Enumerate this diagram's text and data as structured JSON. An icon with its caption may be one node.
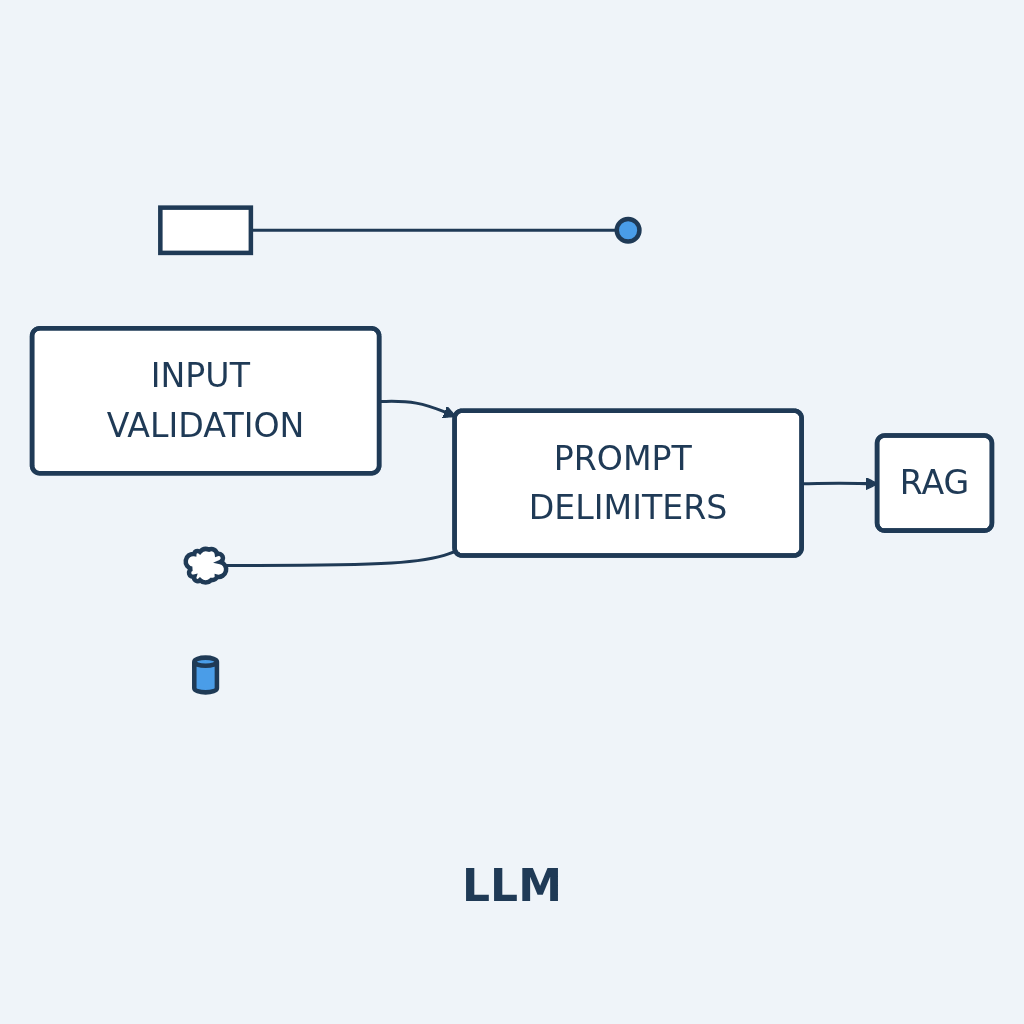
{
  "diagram": {
    "nodes": [
      {
        "text": [],
        "shape": "box"
      },
      {
        "text": [],
        "shape": "circle"
      },
      {
        "text": [
          "INPUT VALIDATION"
        ]
      },
      {
        "text": [],
        "shape": "cloud"
      },
      {
        "text": [
          "PROMPT DELIMITERS"
        ]
      },
      {
        "text": [],
        "shape": "cylinder"
      },
      {
        "text": [
          "RAG"
        ]
      }
    ],
    "edges": [
      {
        "from": 0,
        "to": 1,
        "arrow": "none"
      },
      {
        "from": 2,
        "to": 4,
        "arrow": "to"
      },
      {
        "from": 3,
        "to": 4,
        "arrow": "none"
      },
      {
        "from": 4,
        "to": 6,
        "arrow": "to"
      }
    ],
    "labels": [
      "LLM"
    ]
  }
}
